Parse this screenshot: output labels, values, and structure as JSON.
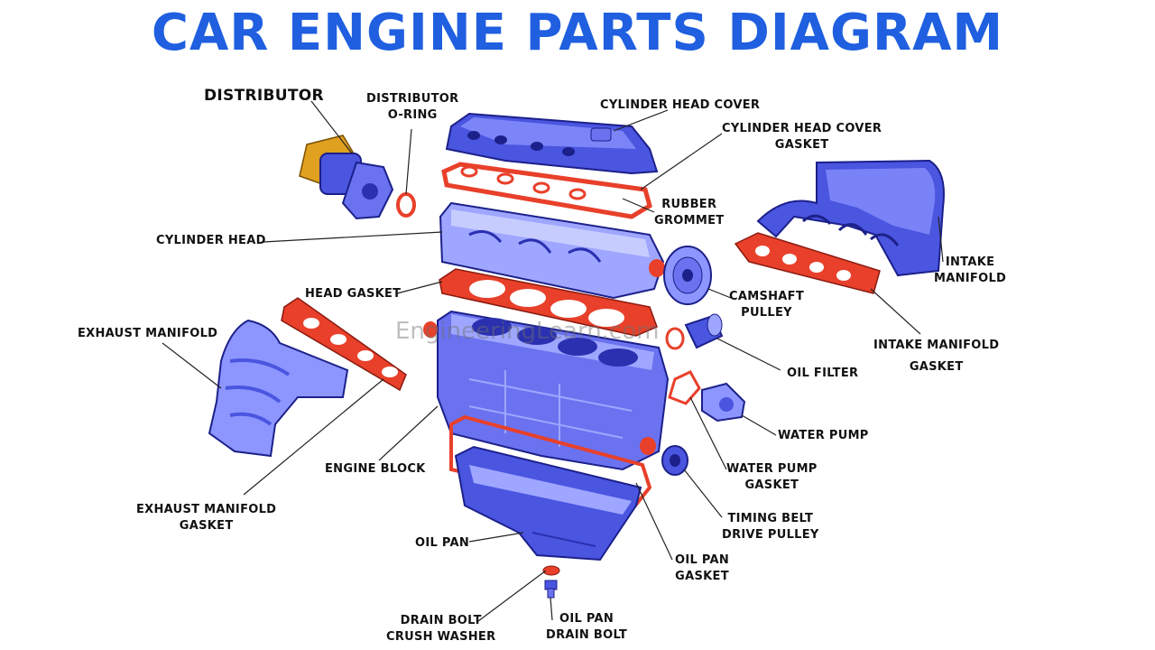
{
  "title": "CAR ENGINE PARTS DIAGRAM",
  "watermark": "EngineeringLearn.com",
  "colors": {
    "title": "#1f5fe0",
    "part_blue": "#4a55e0",
    "part_light": "#9ea6ff",
    "gasket_red": "#e8402a",
    "brass": "#e0a020"
  },
  "labels": {
    "distributor": "DISTRIBUTOR",
    "distributor_oring": [
      "DISTRIBUTOR",
      "O-RING"
    ],
    "cylinder_head_cover": "CYLINDER HEAD COVER",
    "cylinder_head_cover_gasket": [
      "CYLINDER HEAD COVER",
      "GASKET"
    ],
    "rubber_grommet": [
      "RUBBER",
      "GROMMET"
    ],
    "cylinder_head": "CYLINDER HEAD",
    "intake_manifold": [
      "INTAKE",
      "MANIFOLD"
    ],
    "head_gasket": "HEAD GASKET",
    "camshaft_pulley": [
      "CAMSHAFT",
      "PULLEY"
    ],
    "intake_manifold_gasket": [
      "INTAKE MANIFOLD",
      "GASKET"
    ],
    "exhaust_manifold": "EXHAUST MANIFOLD",
    "oil_filter": "OIL FILTER",
    "water_pump": "WATER PUMP",
    "engine_block": "ENGINE BLOCK",
    "water_pump_gasket": [
      "WATER PUMP",
      "GASKET"
    ],
    "exhaust_manifold_gasket": [
      "EXHAUST MANIFOLD",
      "GASKET"
    ],
    "timing_belt_drive_pulley": [
      "TIMING BELT",
      "DRIVE PULLEY"
    ],
    "oil_pan": "OIL PAN",
    "oil_pan_gasket": [
      "OIL PAN",
      "GASKET"
    ],
    "drain_bolt_crush_washer": [
      "DRAIN BOLT",
      "CRUSH WASHER"
    ],
    "oil_pan_drain_bolt": [
      "OIL PAN",
      "DRAIN BOLT"
    ]
  }
}
